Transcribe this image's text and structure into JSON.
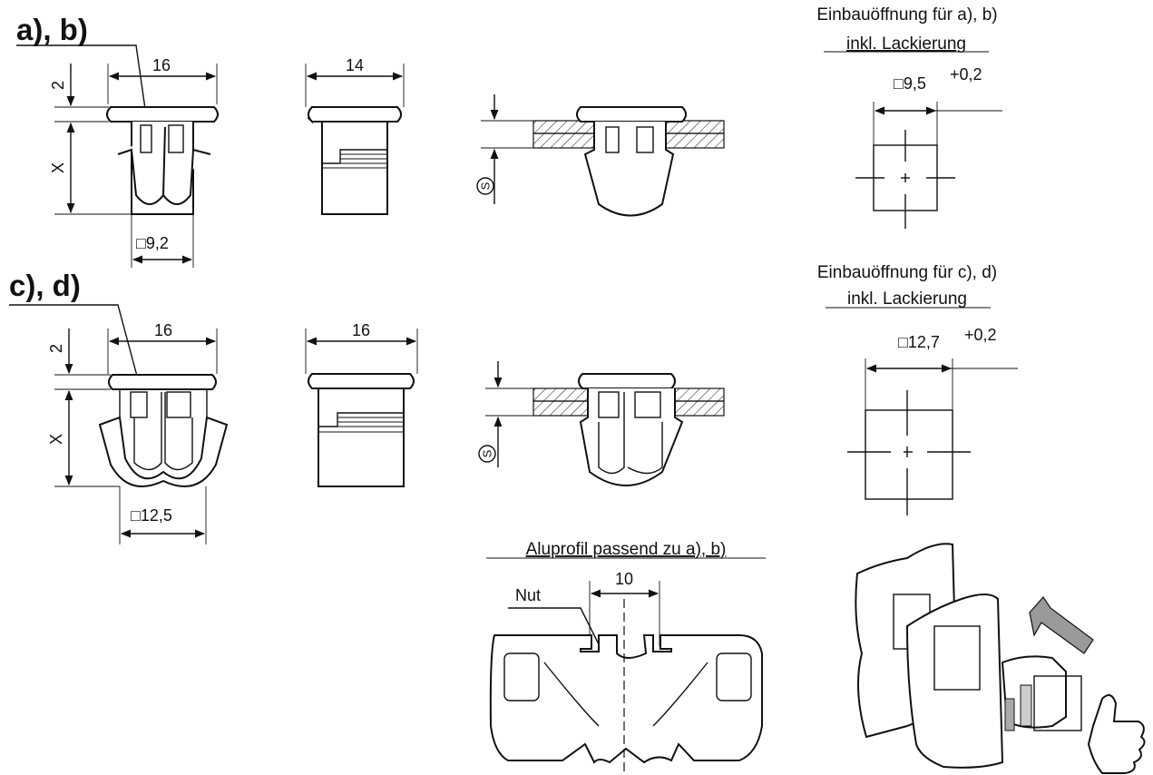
{
  "variants": {
    "ab": {
      "title": "a), b)",
      "width_top": "16",
      "width_side": "14",
      "head_height": "2",
      "length_label": "X",
      "square": "□9,2",
      "thickness_symbol": "S",
      "opening_title": "Einbauöffnung für a), b)",
      "opening_subtitle": "inkl. Lackierung",
      "opening_dim": "□9,5",
      "opening_tol": "+0,2"
    },
    "cd": {
      "title": "c), d)",
      "width_top": "16",
      "width_side": "16",
      "head_height": "2",
      "length_label": "X",
      "square": "□12,5",
      "thickness_symbol": "S",
      "opening_title": "Einbauöffnung für c), d)",
      "opening_subtitle": "inkl. Lackierung",
      "opening_dim": "□12,7",
      "opening_tol": "+0,2"
    }
  },
  "profile": {
    "title": "Aluprofil passend zu a), b)",
    "groove_label": "Nut",
    "groove_width": "10"
  },
  "illustration": {
    "icons": [
      "panel-with-square-hole-icon",
      "clip-icon",
      "insert-arrow-icon",
      "thumbs-up-icon"
    ]
  }
}
